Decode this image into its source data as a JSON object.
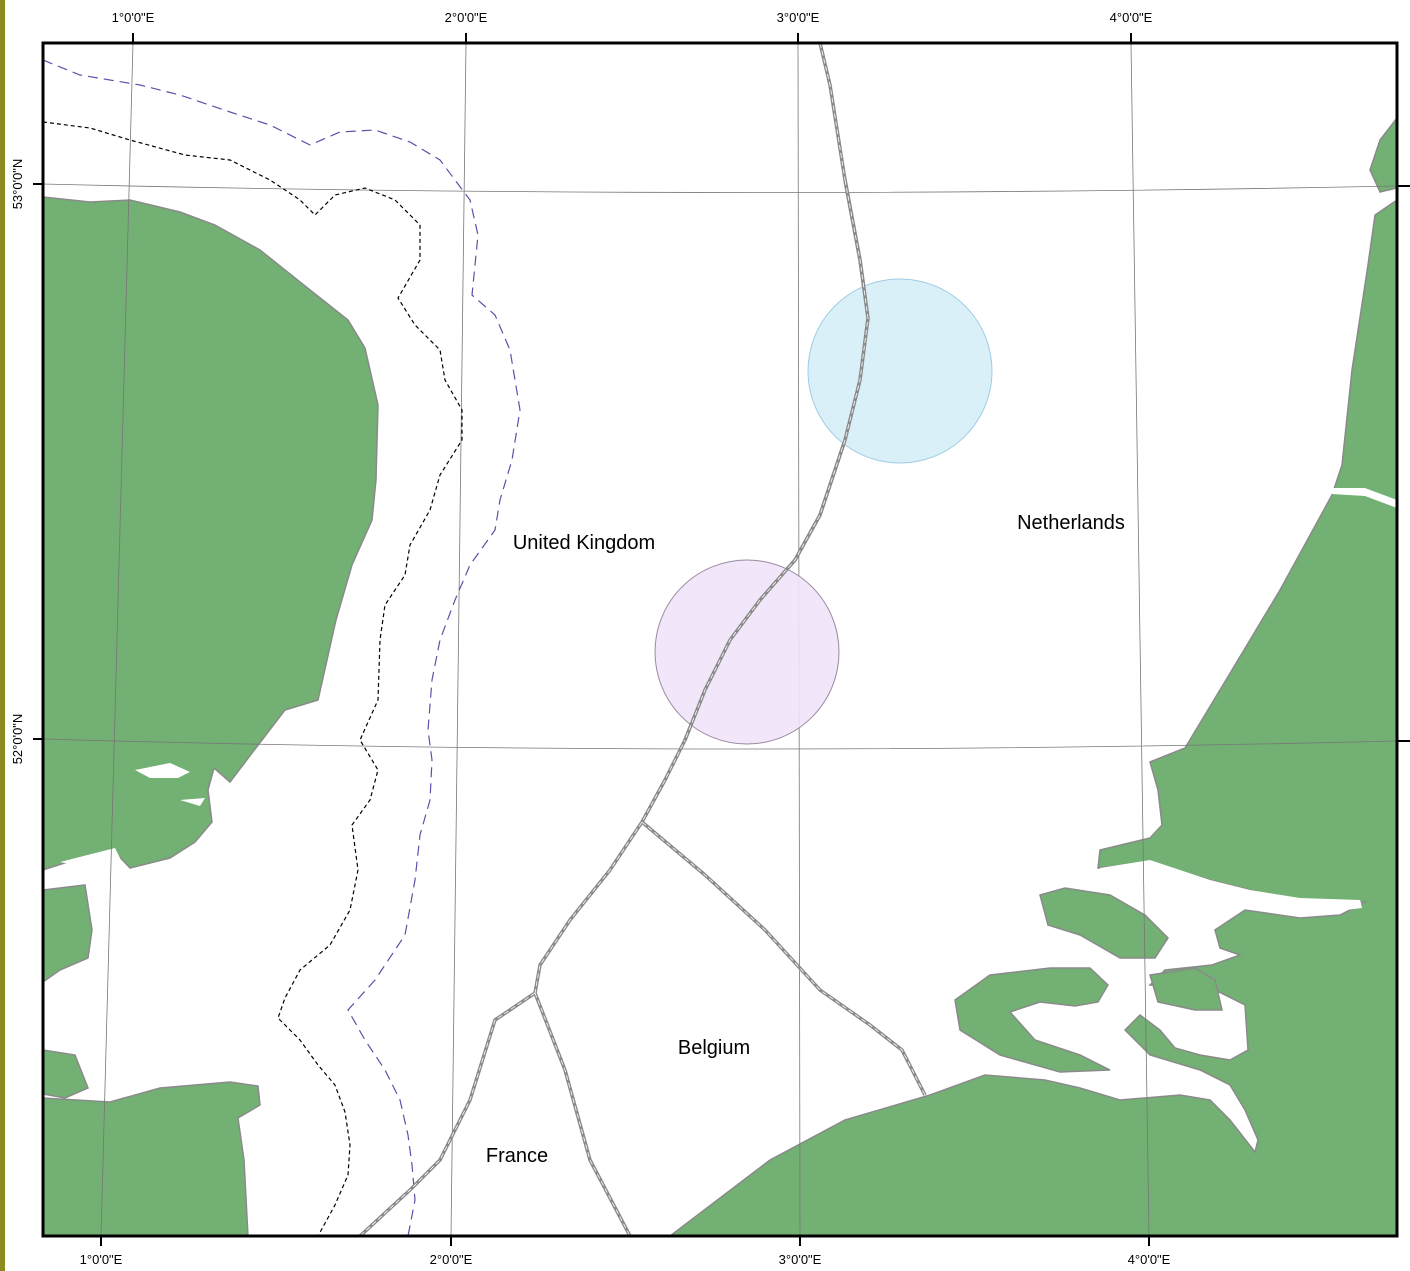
{
  "map": {
    "colors": {
      "land": "#72b073",
      "sea": "#ffffff",
      "frame": "#000000",
      "graticule": "#777777",
      "eez_border": "#8a8a8a",
      "contour_black": "#000000",
      "contour_blue": "#5a52a8",
      "left_strip": "#8c8c1e",
      "circle_blue": "#d6eef8",
      "circle_blue_stroke": "#9fcbe4",
      "circle_purple": "#f1e3fb",
      "circle_purple_stroke": "#9a8a9e"
    },
    "longitude_labels_top": [
      "1°0'0\"E",
      "2°0'0\"E",
      "3°0'0\"E",
      "4°0'0\"E"
    ],
    "longitude_labels_bottom": [
      "1°0'0\"E",
      "2°0'0\"E",
      "3°0'0\"E",
      "4°0'0\"E"
    ],
    "latitude_labels": [
      "53°0'0\"N",
      "52°0'0\"N"
    ],
    "country_labels": {
      "uk": "United Kingdom",
      "netherlands": "Netherlands",
      "belgium": "Belgium",
      "france": "France"
    }
  }
}
